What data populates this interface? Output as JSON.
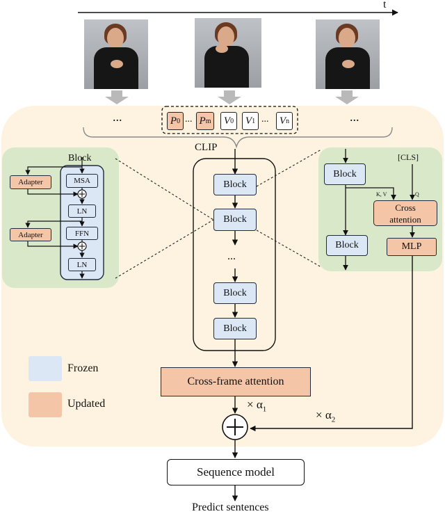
{
  "timeline_label": "t",
  "frame_ellipses": [
    "...",
    "..."
  ],
  "tokens": [
    {
      "sym": "P",
      "sub": "0",
      "kind": "updated"
    },
    {
      "sym": "...",
      "sub": "",
      "kind": "gap"
    },
    {
      "sym": "P",
      "sub": "m",
      "kind": "updated"
    },
    {
      "sym": "V",
      "sub": "0",
      "kind": "frozen"
    },
    {
      "sym": "V",
      "sub": "1",
      "kind": "frozen"
    },
    {
      "sym": "...",
      "sub": "",
      "kind": "gap"
    },
    {
      "sym": "V",
      "sub": "n",
      "kind": "frozen"
    }
  ],
  "clip": {
    "title": "CLIP",
    "blocks": [
      "Block",
      "Block",
      "Block",
      "Block"
    ],
    "ellipsis": "..."
  },
  "left_detail": {
    "title": "Block",
    "adapter_1": "Adapter",
    "adapter_2": "Adapter",
    "msa": "MSA",
    "ln_1": "LN",
    "ffn": "FFN",
    "ln_2": "LN"
  },
  "right_detail": {
    "block_top": "Block",
    "block_bottom": "Block",
    "cls": "[CLS]",
    "kv": "K, V",
    "q": "Q",
    "cross_attention": "Cross attention",
    "mlp": "MLP"
  },
  "legend": {
    "frozen": "Frozen",
    "updated": "Updated"
  },
  "cross_frame": "Cross-frame attention",
  "alpha_1": "× α",
  "alpha_1_sub": "1",
  "alpha_2": "× α",
  "alpha_2_sub": "2",
  "sequence_model": "Sequence model",
  "output_label": "Predict sentences",
  "colors": {
    "frozen": "#dbe7f5",
    "updated": "#f5c5a8",
    "background_panel": "#fdf3e0",
    "detail_panel": "#d9e8c8"
  }
}
